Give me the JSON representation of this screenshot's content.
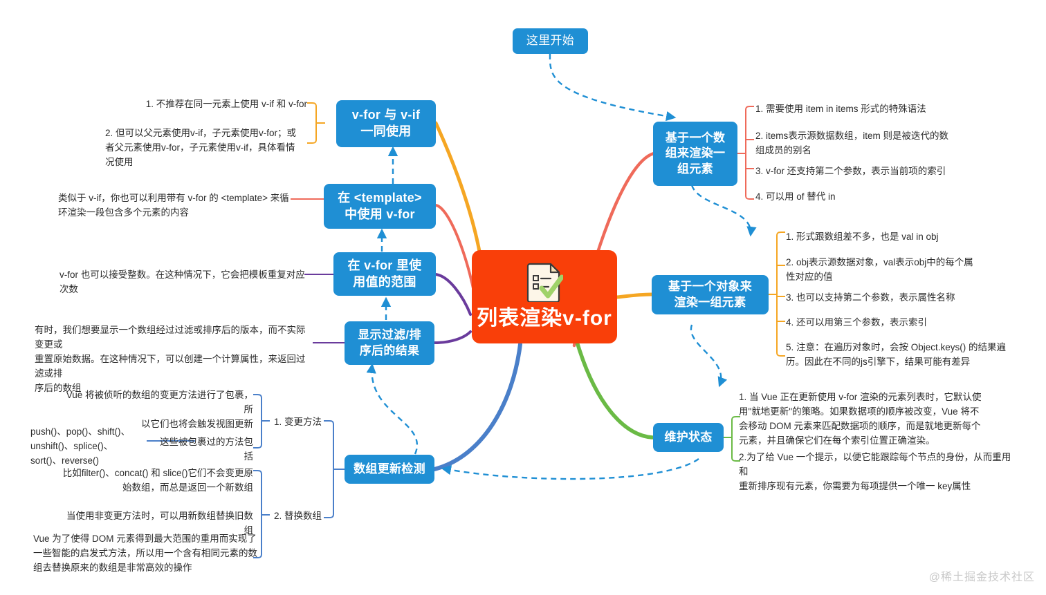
{
  "watermark": "@稀土掘金技术社区",
  "start_node": {
    "label": "这里开始"
  },
  "center": {
    "title": "列表渲染v-for",
    "icon": "checklist-document-icon"
  },
  "colors": {
    "center_bg": "#f93f09",
    "node_bg": "#1f8fd4",
    "branch_orange": "#f5a623",
    "branch_salmon": "#ef6a5a",
    "branch_purple": "#6a3b9c",
    "branch_blue": "#4a7fc9",
    "branch_green": "#6aba45",
    "dashed_flow": "#1f8fd4",
    "bracket_orange": "#f5a623",
    "bracket_blue": "#4a7fc9",
    "bracket_green": "#6aba45",
    "bracket_salmon": "#ef6a5a",
    "leaf_text": "#2b2b2b"
  },
  "branches": [
    {
      "id": "v-for-v-if",
      "label": "v-for 与 v-if\n一同使用",
      "side": "left",
      "connector_color": "#f5a623",
      "bracket_color": "#f5a623",
      "leaves": [
        "1. 不推荐在同一元素上使用 v-if 和 v-for",
        "2. 但可以父元素使用v-if，子元素使用v-for；或\n者父元素使用v-for，子元素使用v-if，具体看情\n况使用"
      ]
    },
    {
      "id": "template",
      "label": "在 <template>\n中使用 v-for",
      "side": "left",
      "connector_color": "#ef6a5a",
      "bracket_color": "#ef6a5a",
      "leaves": [
        "类似于 v-if，你也可以利用带有 v-for 的 <template> 来循\n环渲染一段包含多个元素的内容"
      ]
    },
    {
      "id": "range",
      "label": "在 v-for 里使\n用值的范围",
      "side": "left",
      "connector_color": "#6a3b9c",
      "bracket_color": "#6a3b9c",
      "leaves": [
        "v-for 也可以接受整数。在这种情况下，它会把模板重复对应次数"
      ]
    },
    {
      "id": "filter-sort",
      "label": "显示过滤/排\n序后的结果",
      "side": "left",
      "connector_color": "#6a3b9c",
      "bracket_color": "#4a7fc9",
      "leaves": [
        "有时，我们想要显示一个数组经过过滤或排序后的版本，而不实际变更或\n重置原始数据。在这种情况下，可以创建一个计算属性，来返回过滤或排\n序后的数组"
      ]
    },
    {
      "id": "array-update",
      "label": "数组更新检测",
      "side": "left",
      "connector_color": "#4a7fc9",
      "bracket_color": "#4a7fc9",
      "sub_branches": [
        {
          "label": "1. 变更方法",
          "leaves": [
            "Vue 将被侦听的数组的变更方法进行了包裹，所\n以它们也将会触发视图更新",
            "这些被包裹过的方法包括"
          ],
          "detail": "push()、pop()、shift()、\nunshift()、splice()、\nsort()、reverse()"
        },
        {
          "label": "2. 替换数组",
          "leaves": [
            "比如filter()、concat() 和 slice()它们不会变更原\n始数组，而总是返回一个新数组",
            "当使用非变更方法时，可以用新数组替换旧数组",
            "Vue 为了使得 DOM 元素得到最大范围的重用而实现了\n一些智能的启发式方法，所以用一个含有相同元素的数\n组去替换原来的数组是非常高效的操作"
          ]
        }
      ]
    },
    {
      "id": "array-render",
      "label": "基于一个数\n组来渲染一\n组元素",
      "side": "right",
      "connector_color": "#ef6a5a",
      "bracket_color": "#ef6a5a",
      "leaves": [
        "1. 需要使用 item in items 形式的特殊语法",
        "2. items表示源数据数组，item 则是被迭代的数\n组成员的别名",
        "3. v-for 还支持第二个参数，表示当前项的索引",
        "4. 可以用 of 替代 in"
      ]
    },
    {
      "id": "object-render",
      "label": "基于一个对象来\n渲染一组元素",
      "side": "right",
      "connector_color": "#f5a623",
      "bracket_color": "#f5a623",
      "leaves": [
        "1. 形式跟数组差不多，也是 val in obj",
        "2. obj表示源数据对象，val表示obj中的每个属\n性对应的值",
        "3. 也可以支持第二个参数，表示属性名称",
        "4. 还可以用第三个参数，表示索引",
        "5. 注意：在遍历对象时，会按 Object.keys() 的结果遍\n历。因此在不同的js引擎下，结果可能有差异"
      ]
    },
    {
      "id": "maintain-state",
      "label": "维护状态",
      "side": "right",
      "connector_color": "#6aba45",
      "bracket_color": "#6aba45",
      "leaves": [
        "1. 当 Vue 正在更新使用 v-for 渲染的元素列表时，它默认使\n用\"就地更新\"的策略。如果数据项的顺序被改变，Vue 将不\n会移动 DOM 元素来匹配数据项的顺序，而是就地更新每个\n元素，并且确保它们在每个索引位置正确渲染。",
        "2.为了给 Vue 一个提示，以便它能跟踪每个节点的身份，从而重用和\n重新排序现有元素，你需要为每项提供一个唯一 key属性"
      ]
    }
  ]
}
